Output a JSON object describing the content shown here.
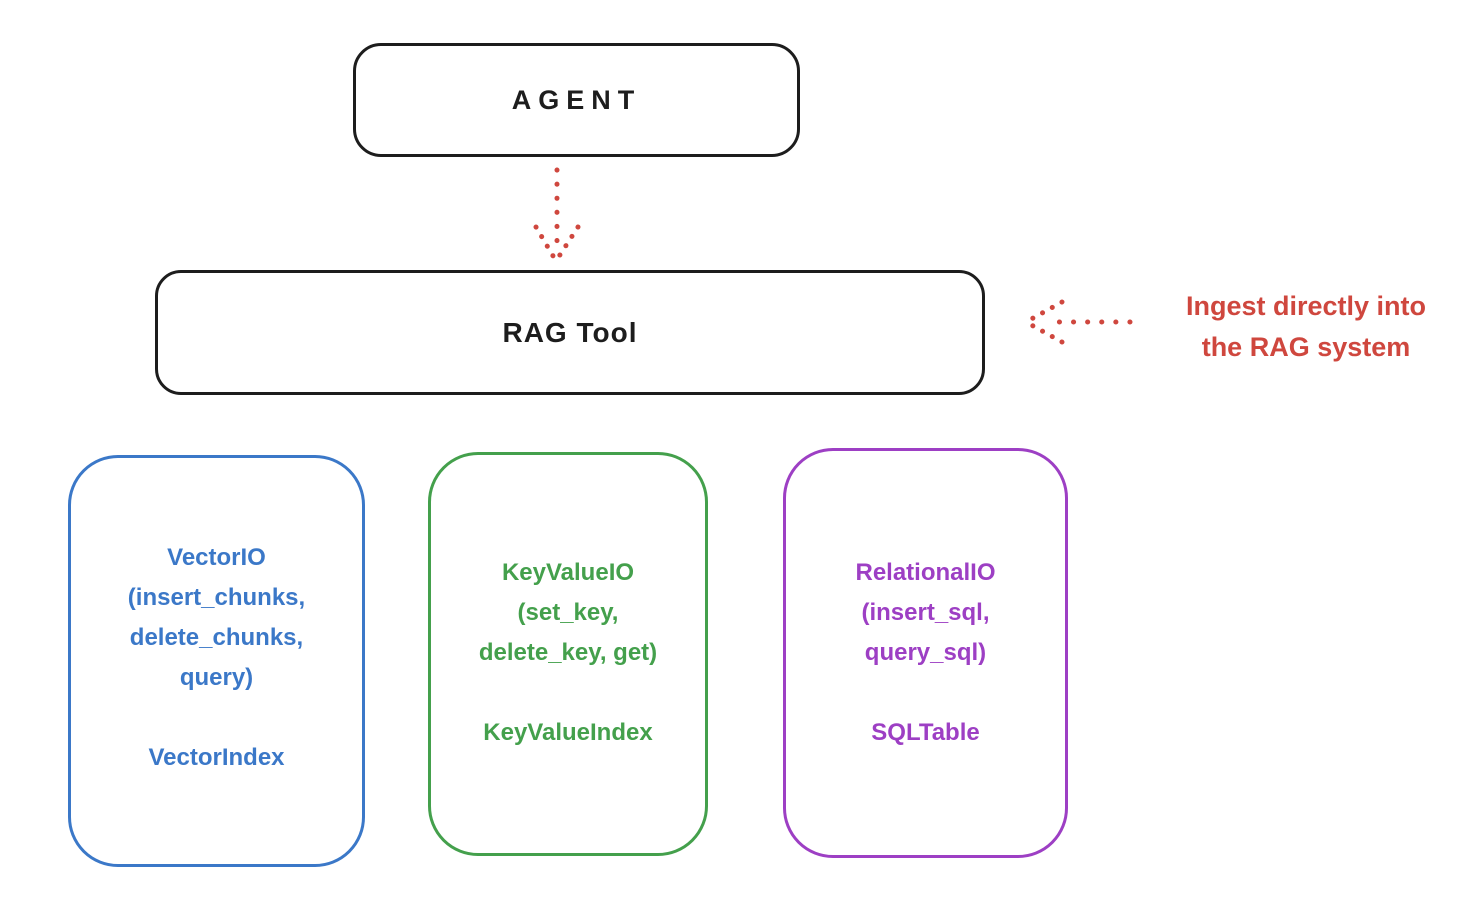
{
  "colors": {
    "ink": "#1d1d1d",
    "red": "#cf473e",
    "blue": "#3b78c8",
    "green": "#44a04c",
    "purple": "#9d3fc4",
    "background": "#ffffff"
  },
  "diagram": {
    "agent": {
      "label": "AGENT"
    },
    "rag_tool": {
      "label": "RAG Tool"
    },
    "annotation": {
      "text": "Ingest directly into\nthe RAG system"
    },
    "arrows": [
      {
        "name": "agent-to-rag-tool",
        "style": "dotted",
        "direction": "down",
        "color": "#cf473e"
      },
      {
        "name": "annotation-to-rag-tool",
        "style": "dotted",
        "direction": "left",
        "color": "#cf473e"
      }
    ],
    "io_boxes": [
      {
        "title": "VectorIO",
        "methods": "(insert_chunks,\ndelete_chunks,\nquery)",
        "index_label": "VectorIndex",
        "color": "#3b78c8"
      },
      {
        "title": "KeyValueIO",
        "methods": "(set_key,\ndelete_key, get)",
        "index_label": "KeyValueIndex",
        "color": "#44a04c"
      },
      {
        "title": "RelationalIO",
        "methods": "(insert_sql,\nquery_sql)",
        "index_label": "SQLTable",
        "color": "#9d3fc4"
      }
    ]
  }
}
